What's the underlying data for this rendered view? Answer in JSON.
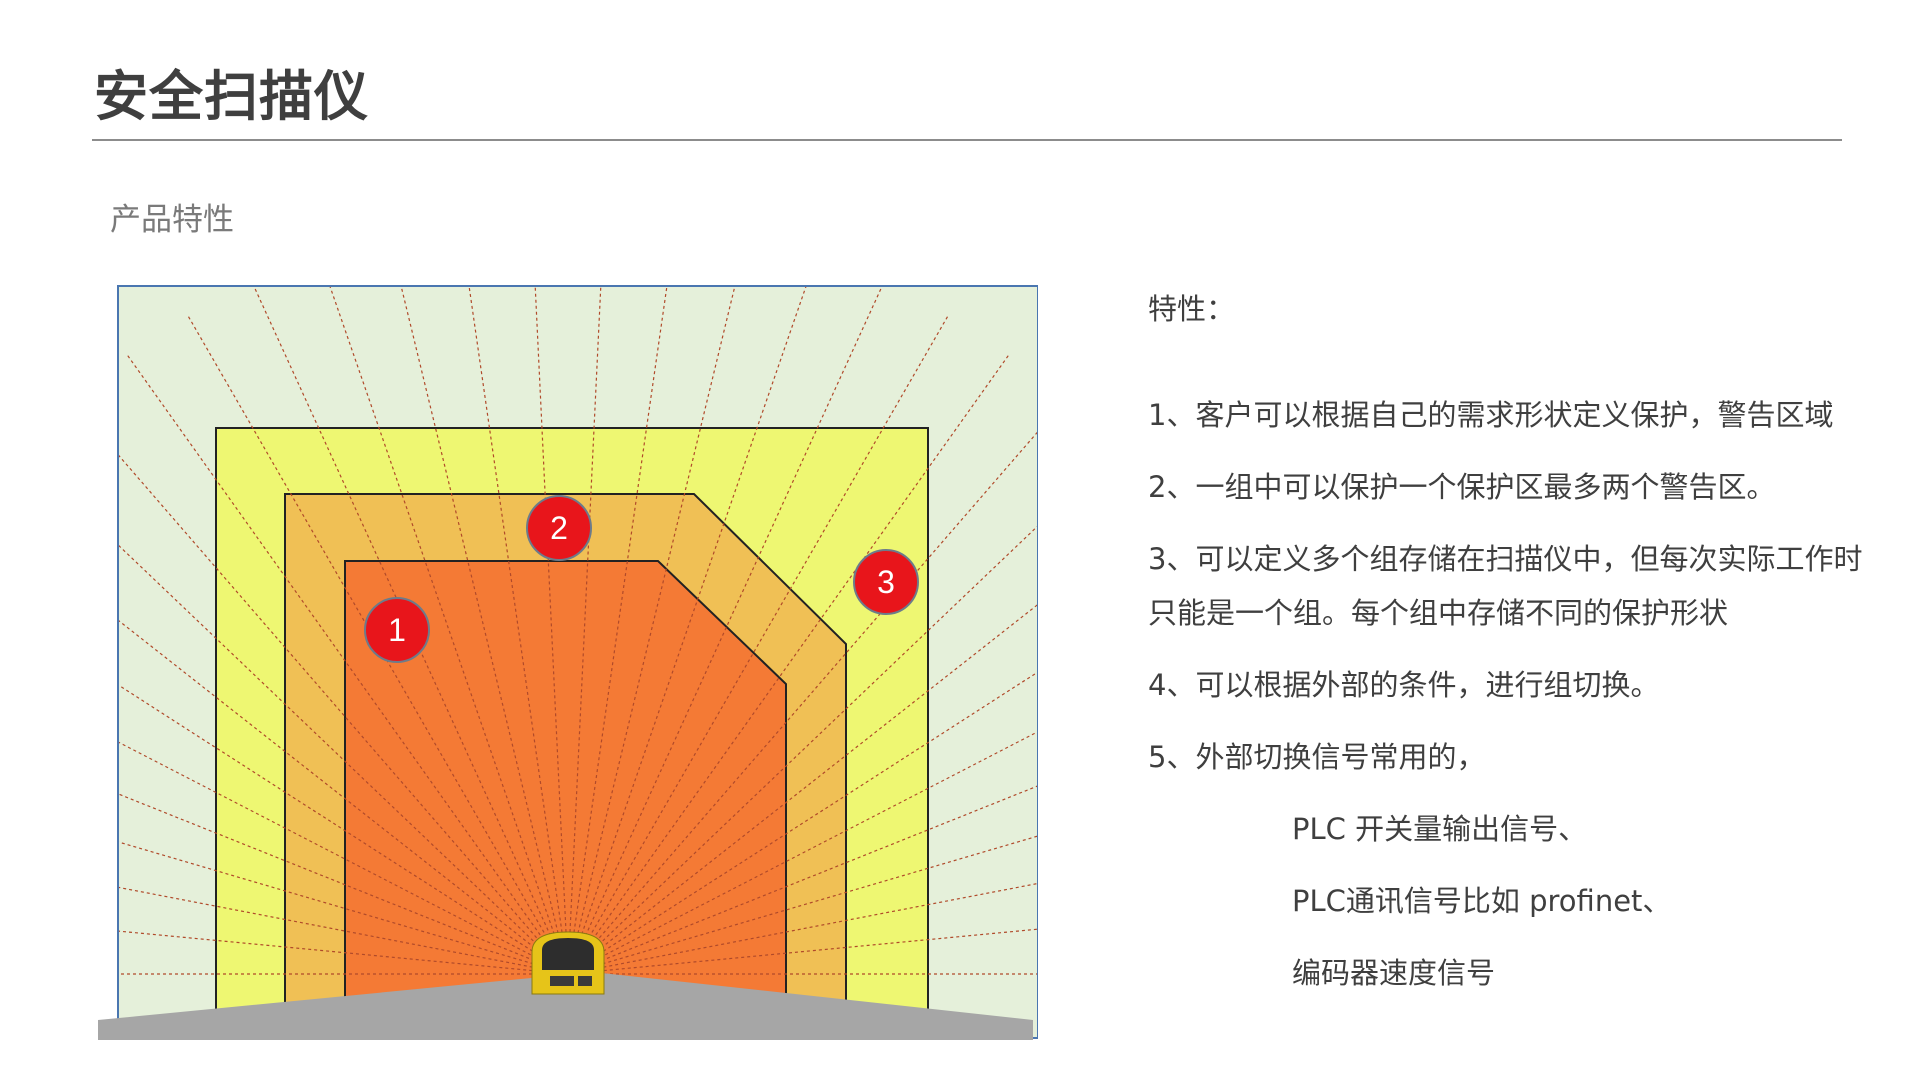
{
  "page": {
    "title": "安全扫描仪",
    "subtitle": "产品特性"
  },
  "diagram": {
    "zone_labels": [
      "1",
      "2",
      "3"
    ],
    "colors": {
      "background": "#e5f0da",
      "frame": "#4a76b0",
      "outer_zone": "#eef772",
      "middle_zone": "#f0c055",
      "inner_zone": "#f47a35",
      "ray": "#b04a2a",
      "marker": "#e8151b",
      "floor": "#a6a6a6",
      "scanner": "#e6c419"
    }
  },
  "features": {
    "heading": "特性：",
    "items": [
      "1、客户可以根据自己的需求形状定义保护，警告区域",
      "2、一组中可以保护一个保护区最多两个警告区。",
      "3、可以定义多个组存储在扫描仪中，但每次实际工作时只能是一个组。每个组中存储不同的保护形状",
      "4、可以根据外部的条件，进行组切换。",
      "5、外部切换信号常用的，"
    ],
    "sub_items": [
      "PLC 开关量输出信号、",
      "PLC通讯信号比如 profinet、",
      "编码器速度信号"
    ]
  }
}
